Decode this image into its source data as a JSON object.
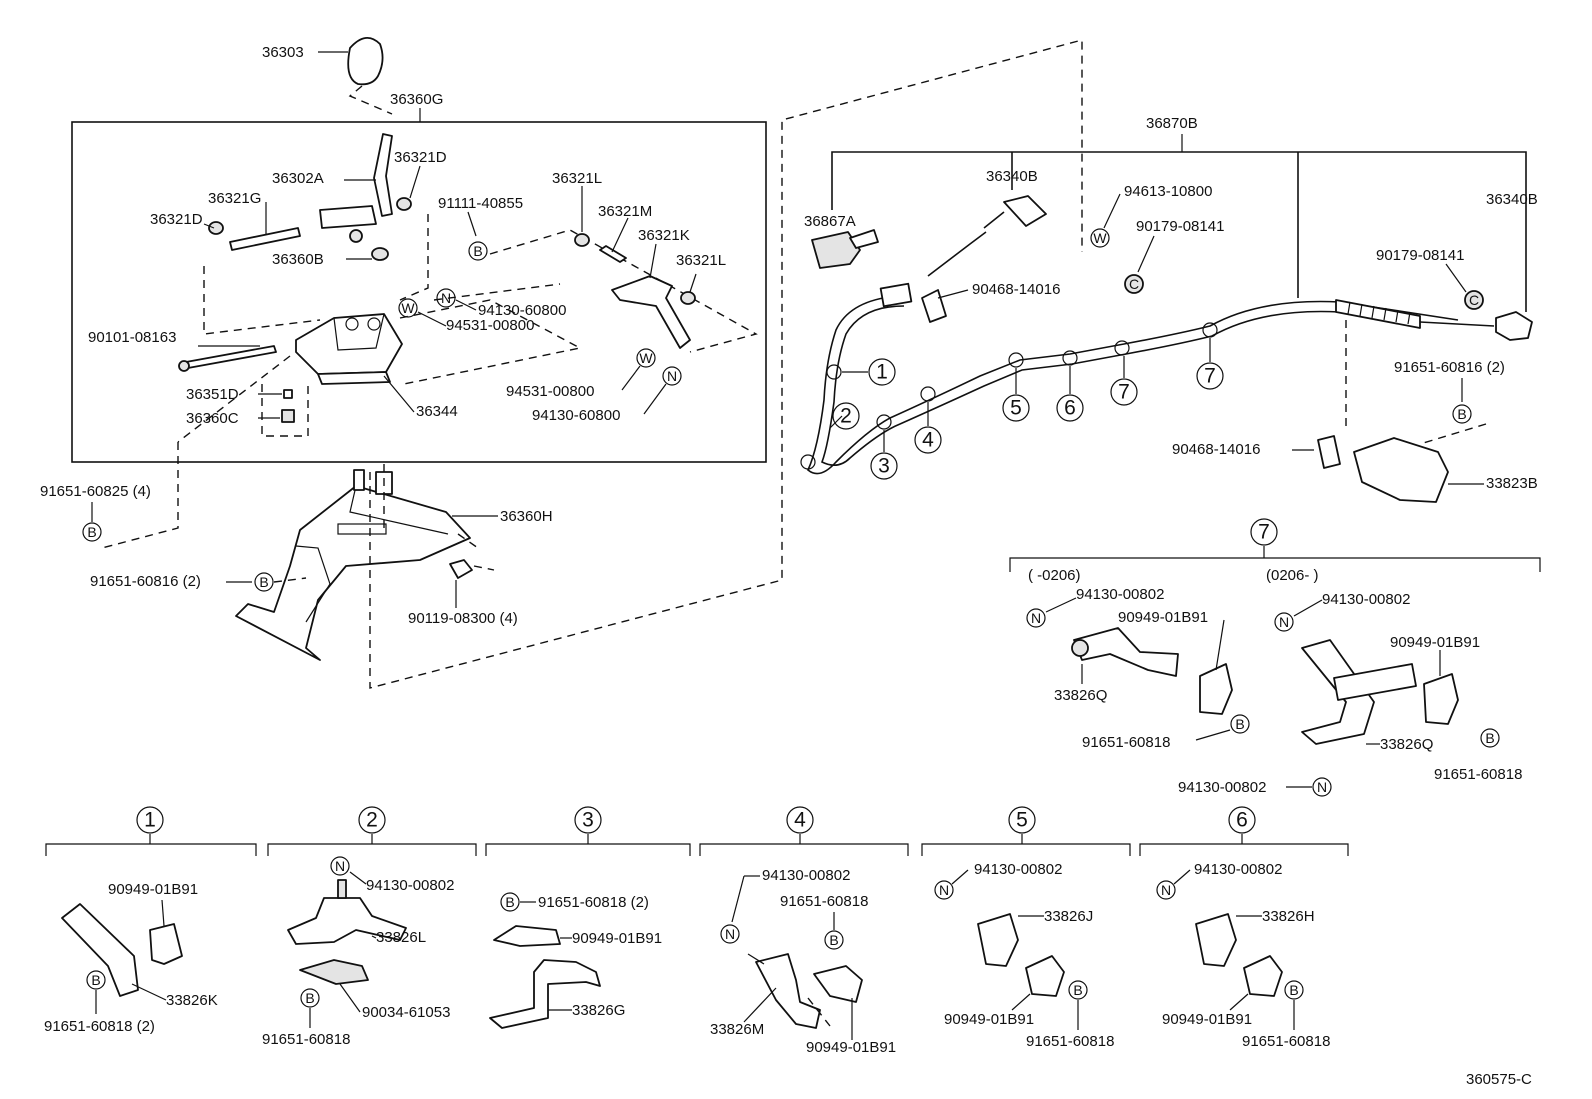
{
  "figure_code": "360575-C",
  "marks": {
    "B": "B",
    "N": "N",
    "W": "W",
    "C": "C"
  },
  "labels": {
    "p36303": "36303",
    "p36360G": "36360G",
    "p36321D_a": "36321D",
    "p36302A": "36302A",
    "p36321G": "36321G",
    "p36321D_b": "36321D",
    "p36360B": "36360B",
    "p91111": "91111-40855",
    "p36321L_a": "36321L",
    "p36321M": "36321M",
    "p36321K": "36321K",
    "p36321L_b": "36321L",
    "p90101": "90101-08163",
    "p94130_a": "94130-60800",
    "p94531_a": "94531-00800",
    "p94531_b": "94531-00800",
    "p94130_b": "94130-60800",
    "p36351D": "36351D",
    "p36360C": "36360C",
    "p36344": "36344",
    "p91651_825": "91651-60825 (4)",
    "p36360H": "36360H",
    "p91651_816a": "91651-60816 (2)",
    "p90119": "90119-08300 (4)",
    "p36870B": "36870B",
    "p36340B_a": "36340B",
    "p36867A": "36867A",
    "p94613": "94613-10800",
    "p90179_a": "90179-08141",
    "p36340B_b": "36340B",
    "p90179_b": "90179-08141",
    "p90468_a": "90468-14016",
    "p91651_816b": "91651-60816 (2)",
    "p90468_b": "90468-14016",
    "p33823B": "33823B",
    "range_a": "(  -0206)",
    "range_b": "(0206-  )",
    "g7_94130_a": "94130-00802",
    "g7_90949_a": "90949-01B91",
    "g7_33826Q_a": "33826Q",
    "g7_91651_a": "91651-60818",
    "g7_94130_b": "94130-00802",
    "g7_90949_b": "90949-01B91",
    "g7_33826Q_b": "33826Q",
    "g7_91651_b": "91651-60818",
    "g7_94130_c": "94130-00802",
    "g1_90949": "90949-01B91",
    "g1_33826K": "33826K",
    "g1_91651": "91651-60818 (2)",
    "g2_94130": "94130-00802",
    "g2_33826L": "33826L",
    "g2_90034": "90034-61053",
    "g2_91651": "91651-60818",
    "g3_91651": "91651-60818 (2)",
    "g3_90949": "90949-01B91",
    "g3_33826G": "33826G",
    "g4_94130": "94130-00802",
    "g4_91651": "91651-60818",
    "g4_33826M": "33826M",
    "g4_90949": "90949-01B91",
    "g5_94130": "94130-00802",
    "g5_33826J": "33826J",
    "g5_90949": "90949-01B91",
    "g5_91651": "91651-60818",
    "g6_94130": "94130-00802",
    "g6_33826H": "33826H",
    "g6_90949": "90949-01B91",
    "g6_91651": "91651-60818"
  },
  "clamp_numbers": [
    "1",
    "2",
    "3",
    "4",
    "5",
    "6",
    "7"
  ]
}
